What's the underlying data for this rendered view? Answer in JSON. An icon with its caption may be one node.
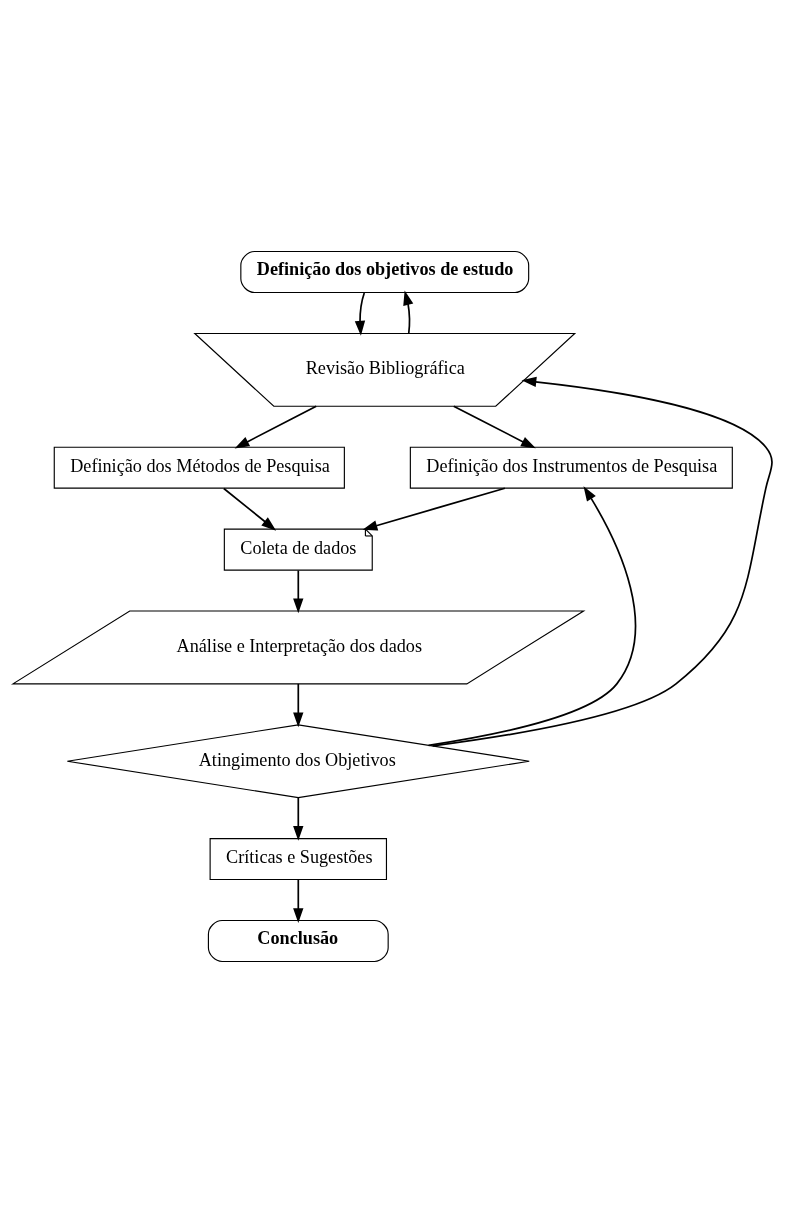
{
  "diagram": {
    "nodes": [
      {
        "text": [
          "Definição dos objetivos de estudo"
        ]
      },
      {
        "text": [
          "Revisão Bibliográfica"
        ]
      },
      {
        "text": [
          "Definição dos Métodos de Pesquisa"
        ]
      },
      {
        "text": [
          "Definição dos Instrumentos de Pesquisa"
        ]
      },
      {
        "text": [
          "Coleta de dados"
        ]
      },
      {
        "text": [
          "Análise e Interpretação dos dados"
        ]
      },
      {
        "text": [
          "Atingimento dos Objetivos"
        ]
      },
      {
        "text": [
          "Críticas e Sugestões"
        ]
      },
      {
        "text": [
          "Conclusão"
        ]
      }
    ],
    "edges": [
      {
        "from": 0,
        "to": 1,
        "arrow": "to"
      },
      {
        "from": 1,
        "to": 0,
        "arrow": "to"
      },
      {
        "from": 1,
        "to": 2,
        "arrow": "to"
      },
      {
        "from": 1,
        "to": 3,
        "arrow": "to"
      },
      {
        "from": 2,
        "to": 4,
        "arrow": "to"
      },
      {
        "from": 3,
        "to": 4,
        "arrow": "to"
      },
      {
        "from": 4,
        "to": 5,
        "arrow": "to"
      },
      {
        "from": 5,
        "to": 6,
        "arrow": "to"
      },
      {
        "from": 6,
        "to": 1,
        "arrow": "to"
      },
      {
        "from": 6,
        "to": 3,
        "arrow": "to"
      },
      {
        "from": 6,
        "to": 7,
        "arrow": "to"
      },
      {
        "from": 7,
        "to": 8,
        "arrow": "to"
      }
    ]
  }
}
